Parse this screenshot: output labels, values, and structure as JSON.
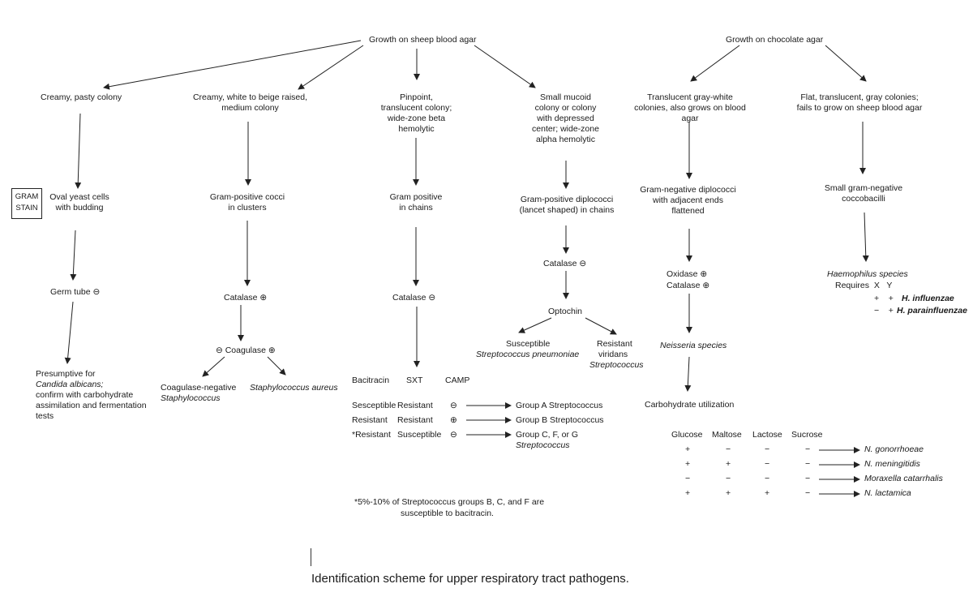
{
  "blood": {
    "root": "Growth on sheep blood agar",
    "c1": {
      "colony": "Creamy, pasty colony",
      "stain": "Oval yeast cells with budding",
      "test": "Germ tube ⊖",
      "result1": "Presumptive for",
      "result2": "Candida albicans;",
      "result3": "confirm with carbohydrate assimilation and fermentation tests"
    },
    "gram_stain": "GRAM STAIN",
    "c2": {
      "colony": "Creamy, white to beige raised, medium colony",
      "stain": "Gram-positive cocci in clusters",
      "test": "Catalase ⊕",
      "coag": "⊖ Coagulase ⊕",
      "neg1": "Coagulase-negative",
      "neg2": "Staphylococcus",
      "pos": "Staphylococcus aureus"
    },
    "c3": {
      "colony": "Pinpoint, translucent colony; wide-zone beta hemolytic",
      "stain": "Gram positive in chains",
      "test": "Catalase ⊖",
      "headers": [
        "Bacitracin",
        "SXT",
        "CAMP"
      ],
      "rows": [
        {
          "bac": "Sesceptible",
          "sxt": "Resistant",
          "camp": "⊖",
          "group": "Group A Streptococcus"
        },
        {
          "bac": "Resistant",
          "sxt": "Resistant",
          "camp": "⊕",
          "group": "Group B Streptococcus"
        },
        {
          "bac": "*Resistant",
          "sxt": "Susceptible",
          "camp": "⊖",
          "group": "Group C, F, or G"
        }
      ],
      "group_last": "Streptococcus"
    },
    "c4": {
      "colony": "Small mucoid colony or colony with depressed center; wide-zone alpha hemolytic",
      "stain": "Gram-positive diplococci (lancet shaped) in chains",
      "test": "Catalase ⊖",
      "optochin": "Optochin",
      "sus1": "Susceptible",
      "sus2": "Streptococcus pneumoniae",
      "res1": "Resistant",
      "res2": "viridans",
      "res3": "Streptococcus"
    },
    "footnote1": "*5%-10% of Streptococcus groups B, C, and F are",
    "footnote2": "susceptible to bacitracin."
  },
  "choc": {
    "root": "Growth on chocolate agar",
    "n": {
      "colony": "Translucent gray-white colonies, also grows on blood agar",
      "stain": "Gram-negative diplococci with adjacent ends flattened",
      "ox": "Oxidase ⊕",
      "cat": "Catalase ⊕",
      "species": "Neisseria species",
      "carb": "Carbohydrate utilization",
      "headers": [
        "Glucose",
        "Maltose",
        "Lactose",
        "Sucrose"
      ],
      "rows": [
        {
          "g": "+",
          "m": "−",
          "l": "−",
          "s": "−",
          "name": "N. gonorrhoeae"
        },
        {
          "g": "+",
          "m": "+",
          "l": "−",
          "s": "−",
          "name": "N. meningitidis"
        },
        {
          "g": "−",
          "m": "−",
          "l": "−",
          "s": "−",
          "name": "Moraxella catarrhalis"
        },
        {
          "g": "+",
          "m": "+",
          "l": "+",
          "s": "−",
          "name": "N. lactamica"
        }
      ]
    },
    "h": {
      "colony": "Flat, translucent, gray colonies; fails to grow on sheep blood agar",
      "stain": "Small gram-negative coccobacilli",
      "species": "Haemophilus species",
      "req": "Requires  X   Y",
      "r1": "+    +",
      "r1n": "H. influenzae",
      "r2": "−    +",
      "r2n": "H. parainfluenzae"
    }
  },
  "caption": "Identification scheme for upper respiratory tract pathogens."
}
